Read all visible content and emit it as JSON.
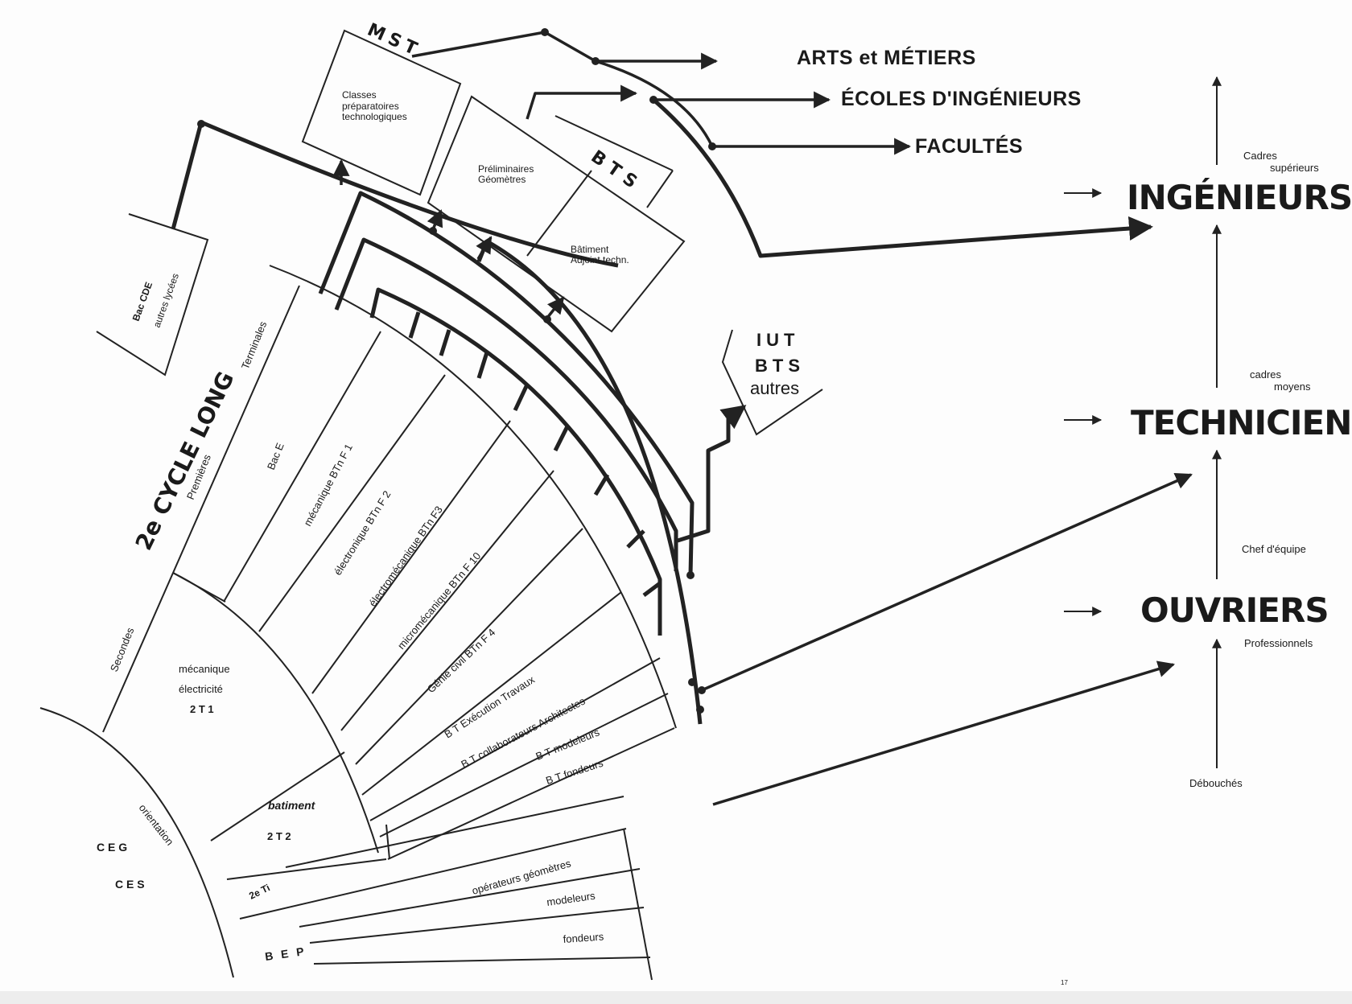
{
  "destinations": {
    "arts": "ARTS et MÉTIERS",
    "ecoles": "ÉCOLES D'INGÉNIEURS",
    "facultes": "FACULTÉS"
  },
  "levels": {
    "ingenieurs": "INGÉNIEURS",
    "techniciens": "TECHNICIENS",
    "ouvriers": "OUVRIERS"
  },
  "ladder": {
    "cadres_superieurs_1": "Cadres",
    "cadres_superieurs_2": "supérieurs",
    "cadres_moyens_1": "cadres",
    "cadres_moyens_2": "moyens",
    "chef_equipe": "Chef d'équipe",
    "professionnels": "Professionnels",
    "debouches": "Débouchés"
  },
  "boxes": {
    "mst": "MST",
    "classes_prep_1": "Classes",
    "classes_prep_2": "préparatoires",
    "classes_prep_3": "technologiques",
    "bts": "BTS",
    "prelim_1": "Préliminaires",
    "prelim_2": "Géomètres",
    "batiment_1": "Bâtiment",
    "batiment_2": "Adjoint techn.",
    "bac_cde": "Bac CDE",
    "autres_lycees": "autres lycées",
    "iut": "IUT",
    "iut_bts": "BTS",
    "iut_autres": "autres"
  },
  "fan": {
    "cycle_long": "2e CYCLE LONG",
    "terminales": "Terminales",
    "premieres": "Premières",
    "secondes": "Secondes",
    "bac_e": "Bac E",
    "mecanique_btn_f1": "mécanique BTn F 1",
    "electronique_f2": "électronique     BTn F 2",
    "electromecanique_f3": "électromécanique BTn F3",
    "micromecanique_f10": "micromécanique BTn F 10",
    "genie_civil_f4": "Génie civil     BTn F 4",
    "bt_execution": "B T   Exécution Travaux",
    "bt_collaborateurs": "B T   collaborateurs Architectes",
    "bt_modeleurs": "B T modeleurs",
    "bt_fondeurs": "B T fondeurs",
    "meca_1": "mécanique",
    "meca_2": "électricité",
    "meca_3": "2 T 1",
    "batiment": "batiment",
    "t2": "2 T 2",
    "ti": "2e Ti",
    "operateurs": "opérateurs géomètres",
    "modeleurs": "modeleurs",
    "fondeurs": "fondeurs",
    "bep": "B E P",
    "orientation": "orientation",
    "ceg": "C E G",
    "ces": "C E S"
  },
  "page_number": "17"
}
